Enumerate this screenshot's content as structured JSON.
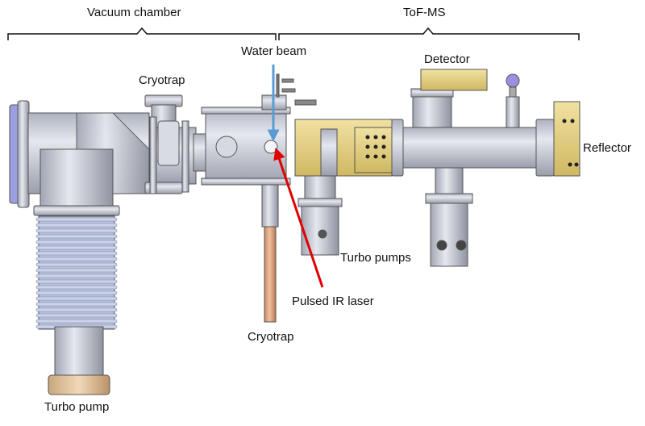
{
  "labels": {
    "vacuum_chamber": "Vacuum chamber",
    "tof_ms": "ToF-MS",
    "water_beam": "Water beam",
    "cryotrap_top": "Cryotrap",
    "detector": "Detector",
    "reflector": "Reflector",
    "turbo_pumps": "Turbo pumps",
    "pulsed_ir_laser": "Pulsed IR laser",
    "cryotrap_bottom": "Cryotrap",
    "turbo_pump": "Turbo pump"
  },
  "colors": {
    "metal": "#c9ccd6",
    "metal_dark": "#8c90a0",
    "bellows": "#aab4d0",
    "flange_blue": "#9aa0e0",
    "copper": "#d9a27e",
    "brass": "#e3cf86",
    "water_arrow": "#5b9bd5",
    "laser_arrow": "#e00000"
  }
}
